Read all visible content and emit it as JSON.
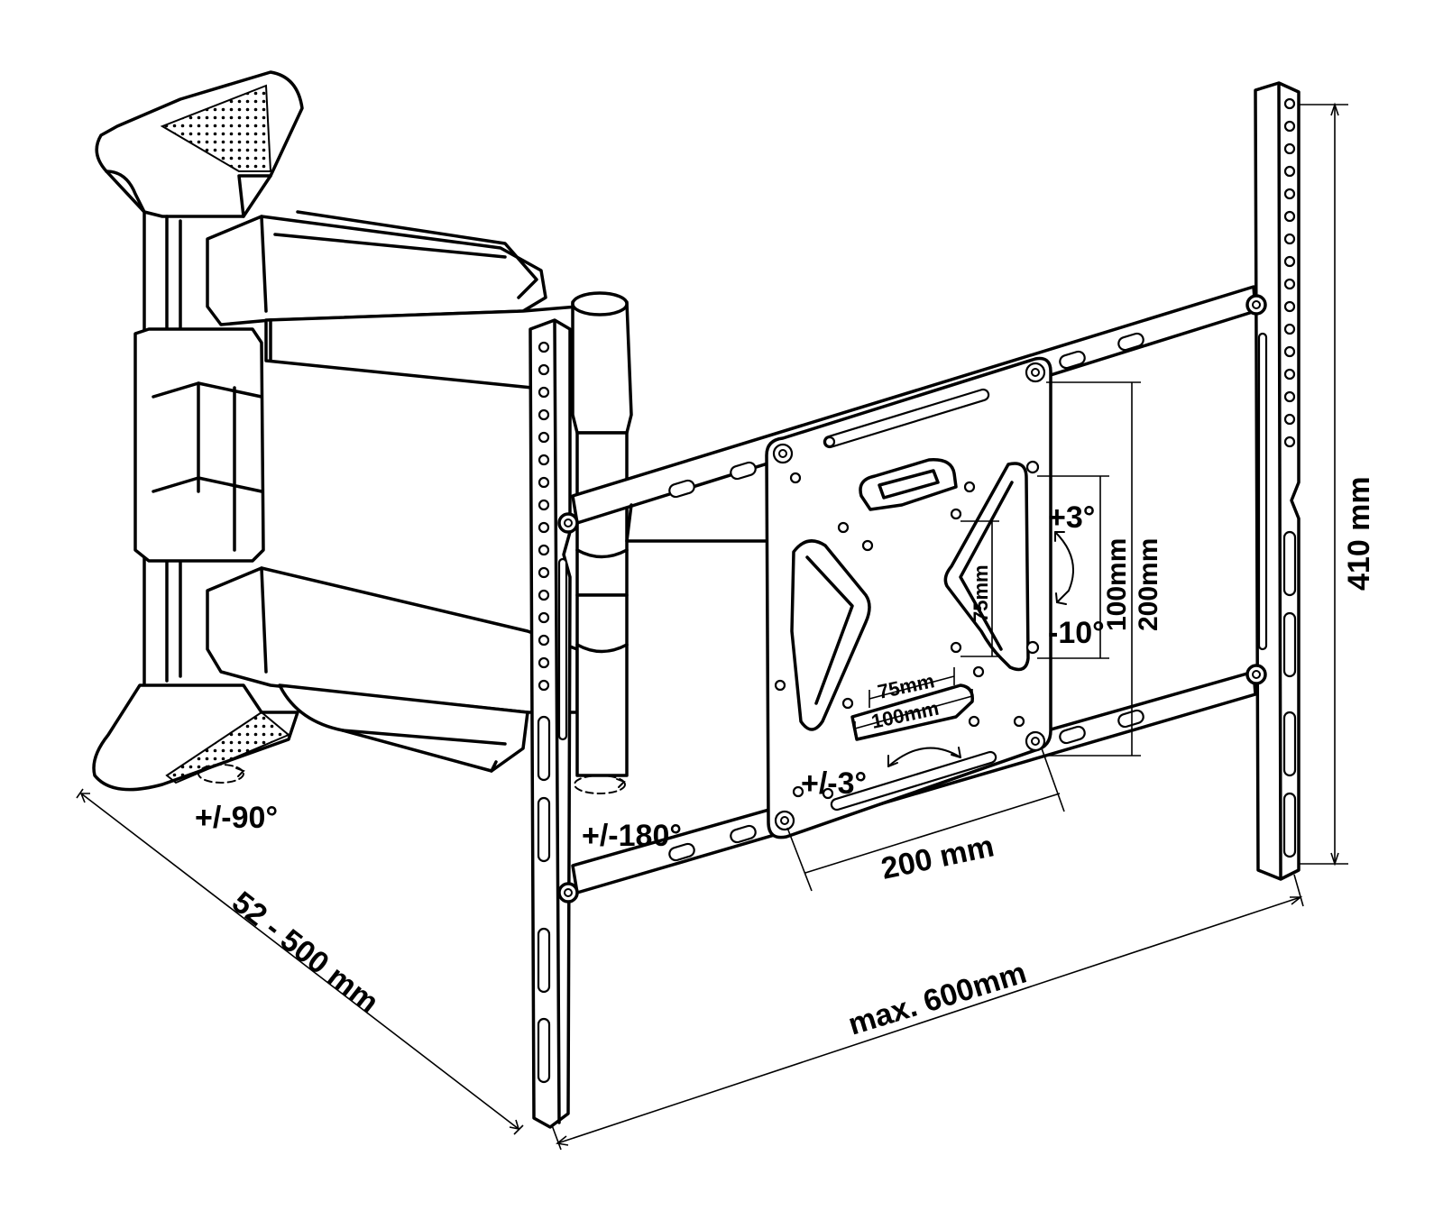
{
  "labels": {
    "swivel_left": "+/-90°",
    "swivel_center": "+/-180°",
    "rotate": "+/-3°",
    "tilt_up": "+3°",
    "tilt_down": "-10°",
    "vesa_w_75": "75mm",
    "vesa_w_100": "100mm",
    "vesa_h_75": "75mm",
    "vesa_h_100": "100mm",
    "vesa_h_200": "200mm",
    "vesa_w_200": "200 mm",
    "extension": "52 - 500 mm",
    "max_width": "max. 600mm",
    "height_410": "410 mm"
  }
}
